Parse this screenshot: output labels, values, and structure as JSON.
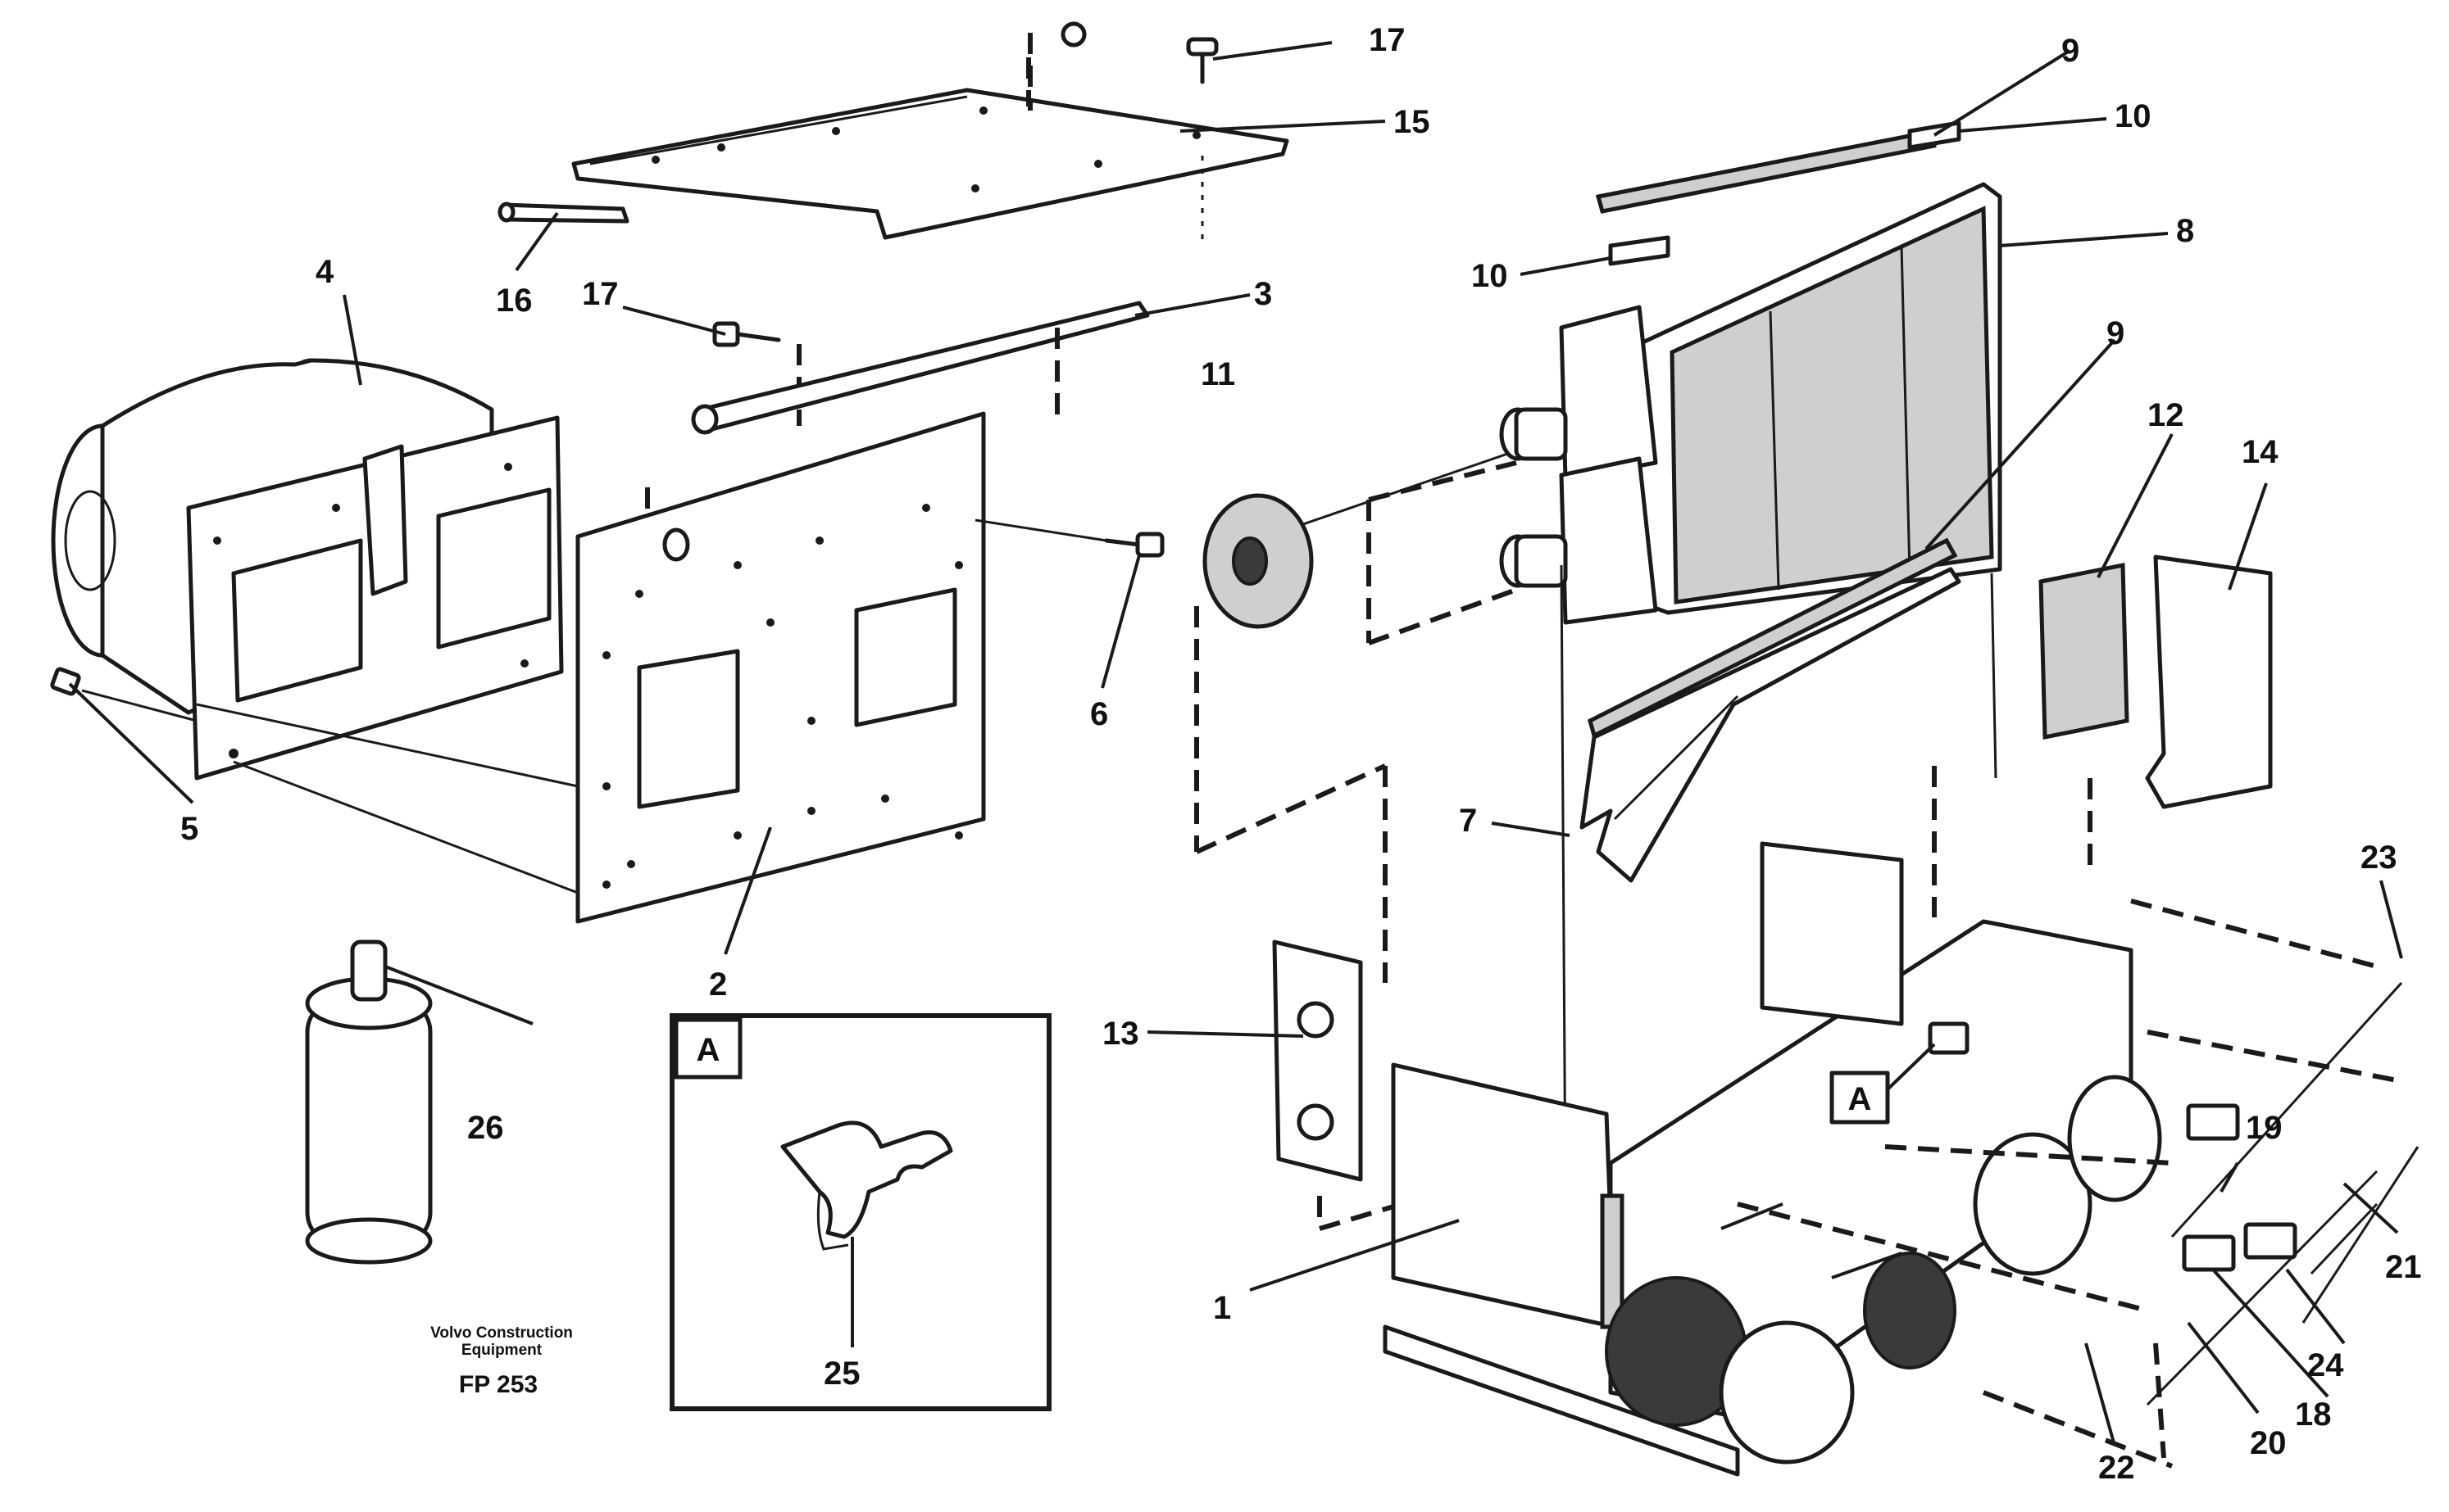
{
  "labels": {
    "p1": "1",
    "p2": "2",
    "p3": "3",
    "p4": "4",
    "p5": "5",
    "p6": "6",
    "p7": "7",
    "p8": "8",
    "p9a": "9",
    "p9b": "9",
    "p10a": "10",
    "p10b": "10",
    "p11": "11",
    "p12": "12",
    "p13": "13",
    "p14": "14",
    "p15": "15",
    "p16": "16",
    "p17a": "17",
    "p17b": "17",
    "p18": "18",
    "p19": "19",
    "p20": "20",
    "p21": "21",
    "p22": "22",
    "p23": "23",
    "p24": "24",
    "p25": "25",
    "p26": "26"
  },
  "detail_ref": "A",
  "detail_box_label": "A",
  "caption": {
    "line1": "Volvo Construction",
    "line2": "Equipment",
    "code": "FP 253"
  }
}
